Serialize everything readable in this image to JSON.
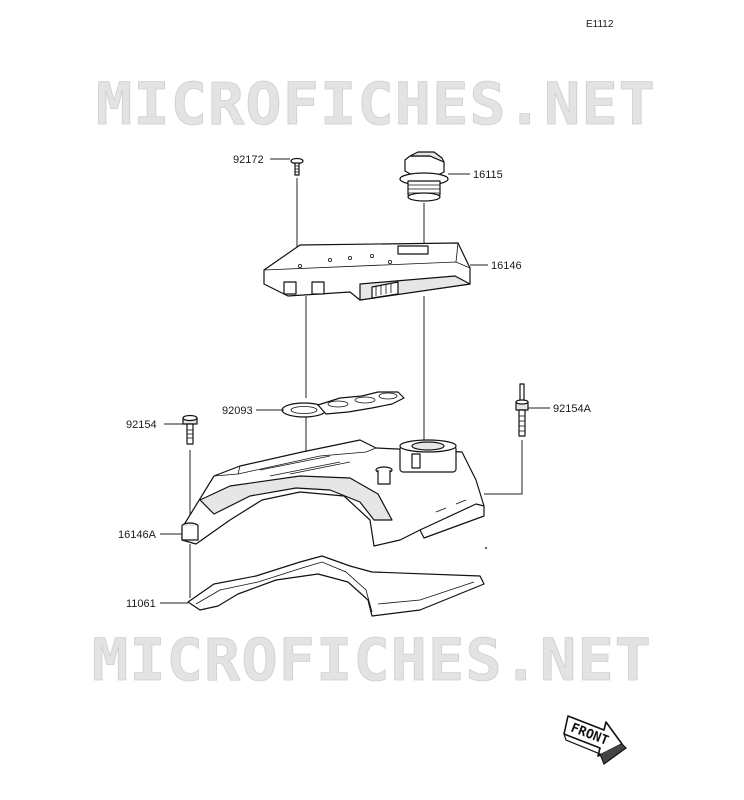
{
  "diagram_ref": "E1112",
  "watermark": "MICROFICHES.NET",
  "front_label": "FRONT",
  "parts": [
    {
      "id": "p-92172",
      "number": "92172"
    },
    {
      "id": "p-16115",
      "number": "16115"
    },
    {
      "id": "p-16146",
      "number": "16146"
    },
    {
      "id": "p-92093",
      "number": "92093"
    },
    {
      "id": "p-92154",
      "number": "92154"
    },
    {
      "id": "p-92154A",
      "number": "92154A"
    },
    {
      "id": "p-16146A",
      "number": "16146A"
    },
    {
      "id": "p-11061",
      "number": "11061"
    }
  ]
}
